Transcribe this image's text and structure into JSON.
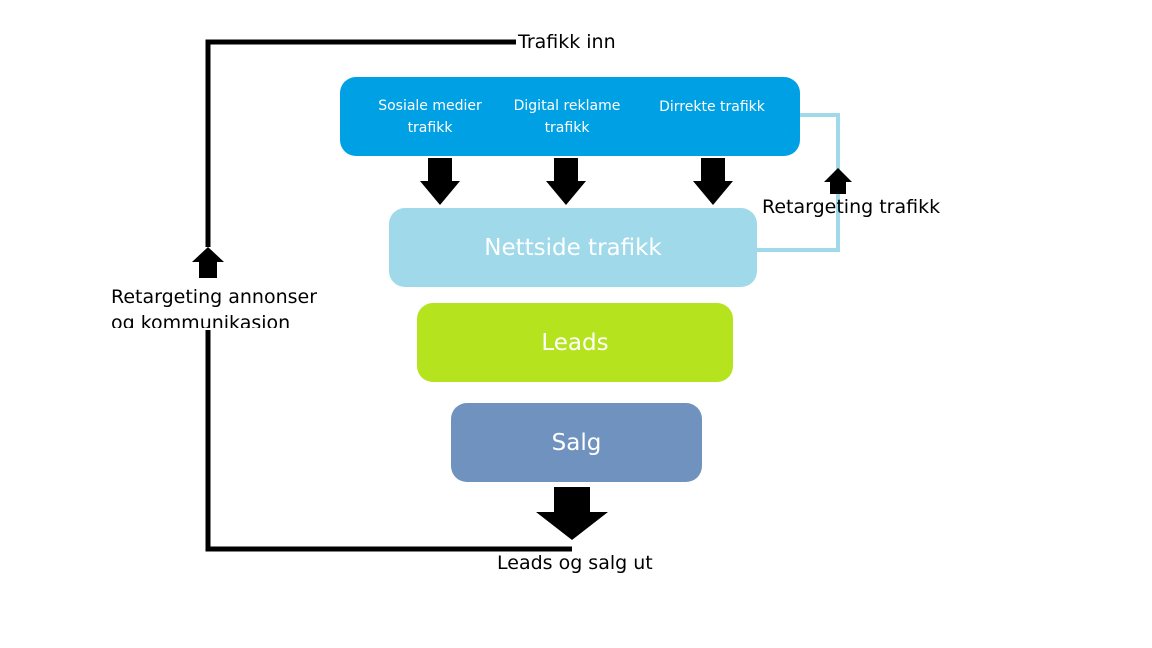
{
  "traffic_in": "Trafikk inn",
  "sources": [
    {
      "label_line1": "Sosiale medier",
      "label_line2": "trafikk"
    },
    {
      "label_line1": "Digital reklame",
      "label_line2": "trafikk"
    },
    {
      "label_line1": "Dirrekte trafikk",
      "label_line2": ""
    }
  ],
  "stages": {
    "website": "Nettside trafikk",
    "leads": "Leads",
    "sales": "Salg"
  },
  "retargeting_traffic": "Retargeting trafikk",
  "retargeting_ads_line1": "Retargeting annonser",
  "retargeting_ads_line2": "og kommunikasjon",
  "leads_sales_out": "Leads og salg ut",
  "colors": {
    "sources_box": "#00a1e4",
    "website_box": "#9fd9ea",
    "leads_box": "#b5e31d",
    "sales_box": "#7092bf",
    "retarget_line": "#9fd9ea",
    "arrow": "#000000"
  }
}
